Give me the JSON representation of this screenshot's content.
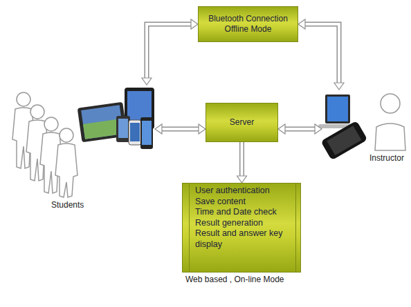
{
  "diagram": {
    "nodes": [
      {
        "text": [
          "Bluetooth Connection Offline Mode"
        ]
      },
      {
        "text": [
          "Server"
        ]
      },
      {
        "text": [
          "User authentication",
          "Save content",
          "Time and Date check",
          "Result generation",
          "Result and answer key display"
        ]
      }
    ],
    "edges": [
      {
        "from": 1,
        "to": 2,
        "arrow": "to"
      }
    ],
    "labels": [
      "Students",
      "Instructor",
      "Web based , On-line Mode"
    ]
  }
}
